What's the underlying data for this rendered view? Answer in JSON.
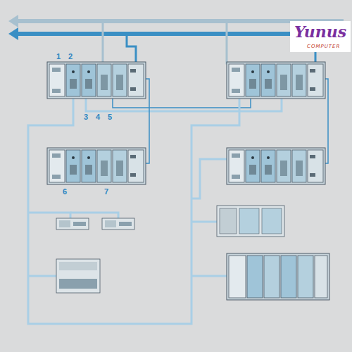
{
  "diagram": {
    "labels": [
      "1",
      "2",
      "3",
      "4",
      "5",
      "6",
      "7",
      "Yunus",
      "COMPUTER"
    ]
  }
}
